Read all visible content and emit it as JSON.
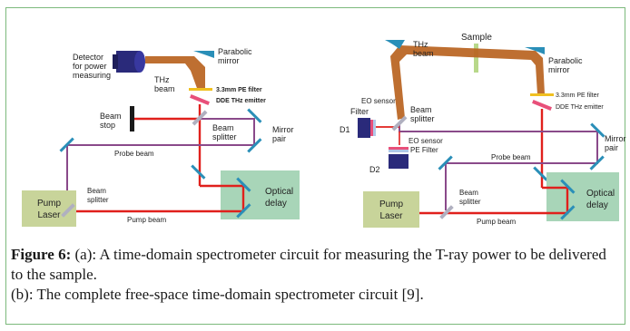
{
  "colors": {
    "frame_border": "#7cb97c",
    "pump_laser_fill": "#c8d49a",
    "optical_delay_fill": "#a8d5b8",
    "red_beam": "#e0201c",
    "probe_beam": "#8a4a8a",
    "thz_beam": "#b8631f",
    "mirror_blue": "#2a8fb8",
    "filter_pink": "#e8507a",
    "filter_yellow": "#f0c020",
    "splitter_grey": "#b0b0c0",
    "sample_green": "#b8d88a",
    "detector_navy": "#2a2a7a",
    "beam_stop": "#1a1a1a"
  },
  "panel_a": {
    "detector": "Detector\nfor power\nmeasuring",
    "thz_beam": "THz\nbeam",
    "parabolic_mirror": "Parabolic\nmirror",
    "pe_filter": "3.3mm PE filter",
    "emitter": "DDE THz emitter",
    "beam_stop": "Beam\nstop",
    "beam_splitter_upper": "Beam\nsplitter",
    "mirror_pair": "Mirror\npair",
    "probe_beam": "Probe beam",
    "pump_laser": "Pump\nLaser",
    "beam_splitter_lower": "Beam\nsplitter",
    "pump_beam": "Pump beam",
    "optical_delay": "Optical\ndelay"
  },
  "panel_b": {
    "sample": "Sample",
    "thz_beam": "THz\nbeam",
    "parabolic_mirror": "Parabolic\nmirror",
    "pe_filter": "3.3mm PE filter",
    "emitter": "DDE THz emitter",
    "eo_sensor_top": "EO sensor",
    "filter": "Filter",
    "d1": "D1",
    "beam_splitter_upper": "Beam\nsplitter",
    "eo_sensor_bottom": "EO sensor",
    "pe_filter_small": "PE Filter",
    "d2": "D2",
    "mirror_pair": "Mirror\npair",
    "probe_beam": "Probe beam",
    "pump_laser": "Pump\nLaser",
    "beam_splitter_lower": "Beam\nsplitter",
    "pump_beam": "Pump beam",
    "optical_delay": "Optical\ndelay"
  },
  "caption": {
    "label": "Figure 6:",
    "line1": " (a): A time-domain spectrometer circuit for measuring the T-ray power to be delivered to the sample.",
    "line2": "(b): The complete free-space time-domain spectrometer circuit [9]."
  }
}
